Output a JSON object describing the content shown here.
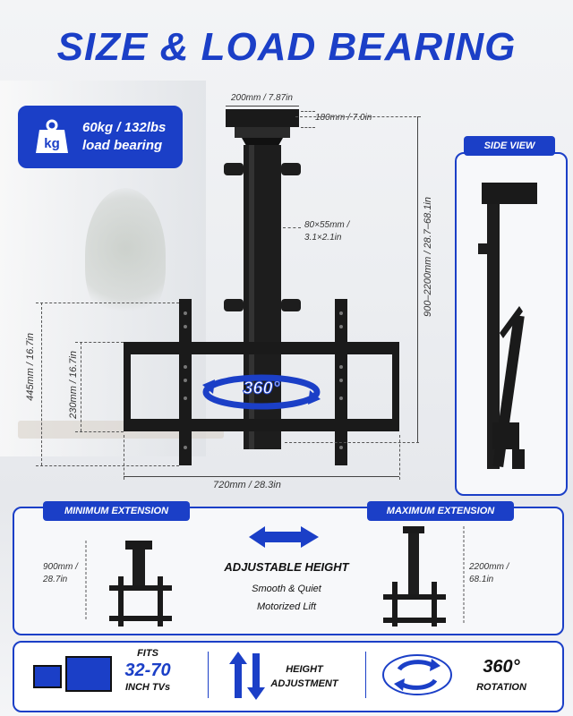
{
  "title": "SIZE & LOAD BEARING",
  "load": {
    "line1": "60kg / 132lbs",
    "line2": "load bearing",
    "icon": "weight-kg-icon",
    "icon_text": "kg"
  },
  "dims": {
    "top_width": "200mm / 7.87in",
    "top_height": "180mm / 7.0in",
    "tube": "80×55mm /",
    "tube2": "3.1×2.1in",
    "total_height": "900–2200mm / 28.7–68.1in",
    "bracket_height": "445mm / 16.7in",
    "vesa_height": "230mm / 16.7in",
    "bracket_width": "720mm / 28.3in",
    "rotation": "360°"
  },
  "side_view": {
    "label": "SIDE VIEW"
  },
  "extension": {
    "min_label": "MINIMUM EXTENSION",
    "max_label": "MAXIMUM EXTENSION",
    "min_value1": "900mm /",
    "min_value2": "28.7in",
    "max_value1": "2200mm /",
    "max_value2": "68.1in",
    "headline": "ADJUSTABLE HEIGHT",
    "sub1": "Smooth & Quiet",
    "sub2": "Motorized Lift"
  },
  "features": {
    "fits_label": "FITS",
    "fits_range": "32-70",
    "fits_unit": "INCH TVs",
    "height_line1": "HEIGHT",
    "height_line2": "ADJUSTMENT",
    "rotation_value": "360°",
    "rotation_label": "ROTATION"
  },
  "colors": {
    "accent": "#1b3fc7",
    "metal": "#1a1a1a"
  }
}
